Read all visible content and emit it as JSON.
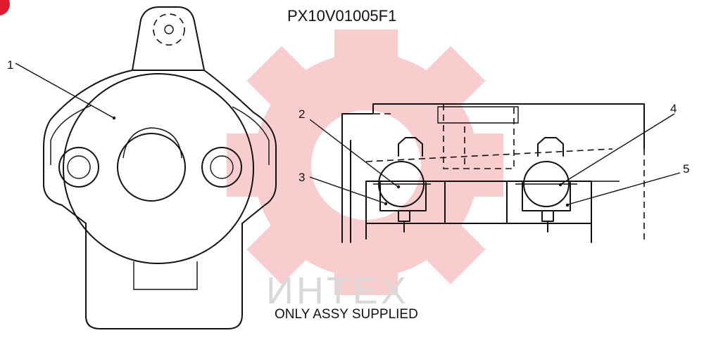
{
  "diagram": {
    "part_number": "PX10V01005F1",
    "note": "ONLY ASSY SUPPLIED",
    "watermark_text": "ИНТЕХ",
    "colors": {
      "line": "#111111",
      "watermark": "#f3a6a6",
      "watermark_text": "#d6d6d6",
      "corner_badge": "#e0192b"
    },
    "callouts": [
      {
        "id": "1",
        "label": "1"
      },
      {
        "id": "2",
        "label": "2"
      },
      {
        "id": "3",
        "label": "3"
      },
      {
        "id": "4",
        "label": "4"
      },
      {
        "id": "5",
        "label": "5"
      }
    ]
  }
}
